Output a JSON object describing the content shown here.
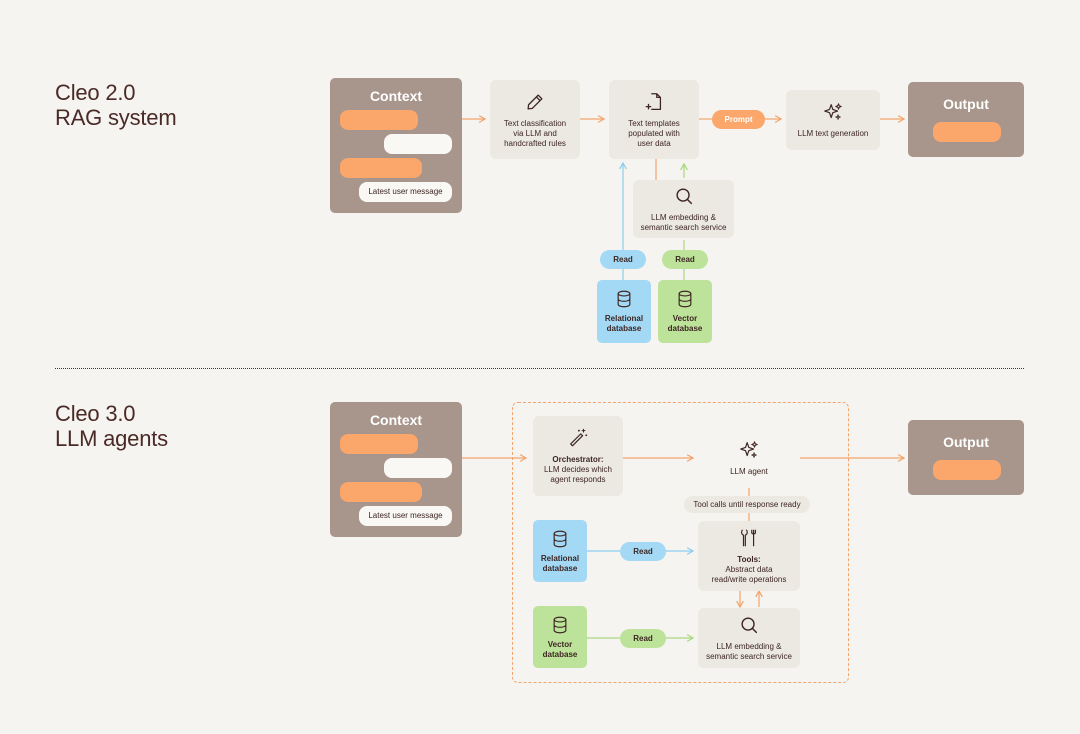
{
  "rag": {
    "title": "Cleo 2.0\nRAG system",
    "context_title": "Context",
    "latest_message": "Latest user message",
    "classification": "Text classification\nvia LLM and\nhandcrafted rules",
    "templates": "Text templates\npopulated with\nuser data",
    "prompt_label": "Prompt",
    "generation": "LLM text generation",
    "output_title": "Output",
    "embedding": "LLM embedding &\nsemantic search service",
    "read_label_1": "Read",
    "read_label_2": "Read",
    "relational_db": "Relational\ndatabase",
    "vector_db": "Vector\ndatabase"
  },
  "agents": {
    "title": "Cleo 3.0\nLLM agents",
    "context_title": "Context",
    "latest_message": "Latest user message",
    "orchestrator_bold": "Orchestrator:",
    "orchestrator_text": "LLM decides which\nagent responds",
    "llm_agent": "LLM agent",
    "tool_calls": "Tool calls until response ready",
    "tools_bold": "Tools:",
    "tools_text": "Abstract data\nread/write operations",
    "embedding": "LLM embedding &\nsemantic search service",
    "relational_db": "Relational\ndatabase",
    "vector_db": "Vector\ndatabase",
    "read_label_1": "Read",
    "read_label_2": "Read",
    "output_title": "Output"
  },
  "colors": {
    "background": "#f6f4f0",
    "context_box": "#a8958c",
    "orange": "#fba66a",
    "blue": "#a4d9f5",
    "green": "#bde29a",
    "node": "#ece8e2",
    "text": "#3d2623"
  },
  "icons": [
    "pencil-icon",
    "document-add-icon",
    "sparkles-icon",
    "search-icon",
    "database-icon",
    "magic-wand-icon",
    "tools-icon"
  ]
}
